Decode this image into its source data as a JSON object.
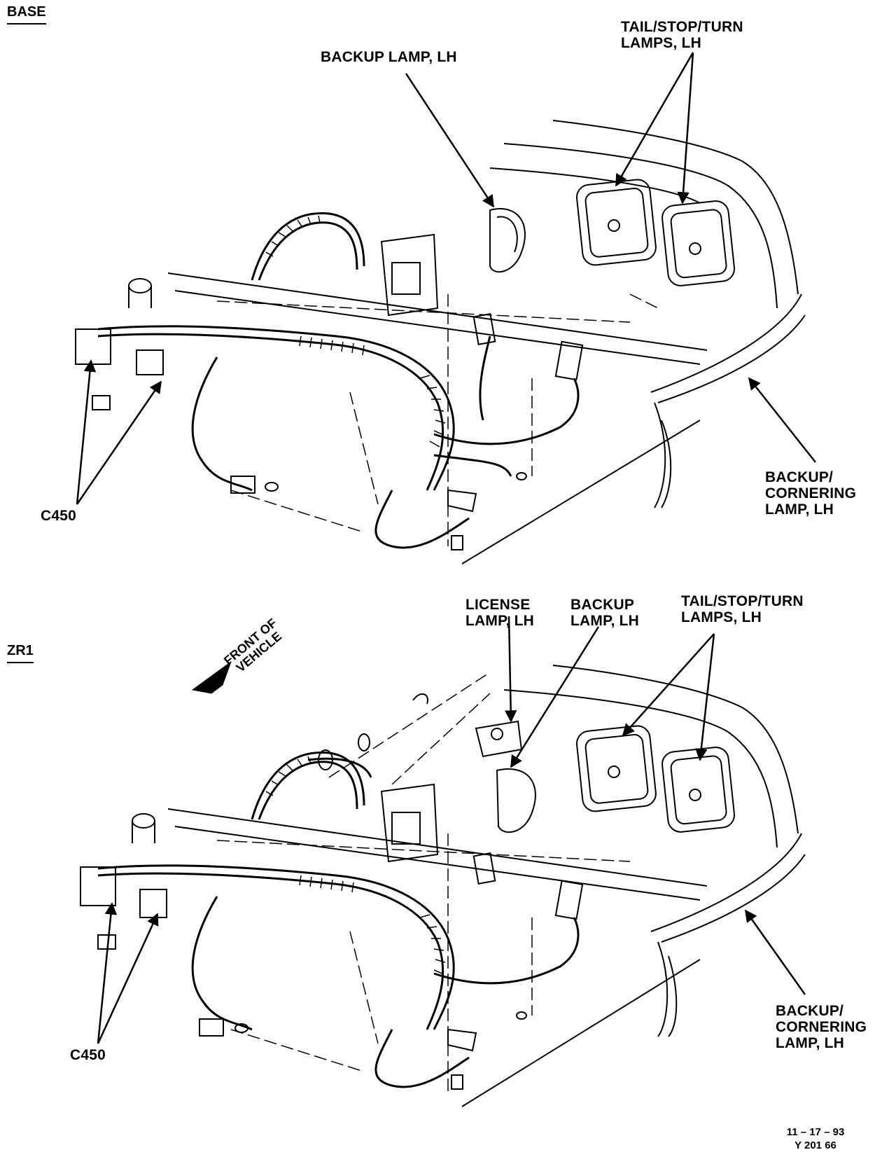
{
  "sections": {
    "base": {
      "title": "BASE",
      "labels": {
        "backup_lamp": "BACKUP LAMP, LH",
        "tail_stop_turn": "TAIL/STOP/TURN\nLAMPS, LH",
        "backup_cornering": "BACKUP/\nCORNERING\nLAMP, LH",
        "connector": "C450"
      }
    },
    "zr1": {
      "title": "ZR1",
      "labels": {
        "license_lamp": "LICENSE\nLAMP, LH",
        "backup_lamp": "BACKUP\nLAMP, LH",
        "tail_stop_turn": "TAIL/STOP/TURN\nLAMPS, LH",
        "backup_cornering": "BACKUP/\nCORNERING\nLAMP, LH",
        "connector": "C450",
        "front_of_vehicle": "FRONT OF\nVEHICLE"
      }
    }
  },
  "footer": {
    "date": "11 – 17 – 93",
    "figure_id": "Y 201 66"
  }
}
